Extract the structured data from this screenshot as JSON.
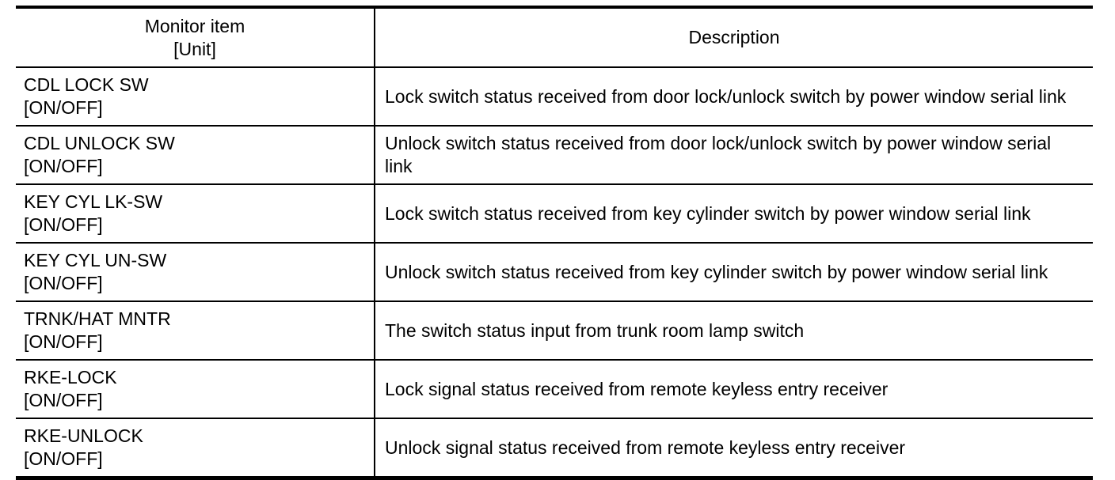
{
  "page": {
    "background": "#ffffff"
  },
  "colors": {
    "border": "#000000",
    "text": "#000000"
  },
  "table": {
    "header": {
      "monitor_item_line1": "Monitor item",
      "monitor_item_line2": "[Unit]",
      "description": "Description"
    },
    "rows": [
      {
        "item": "CDL LOCK SW",
        "unit": "[ON/OFF]",
        "description": "Lock switch status received from door lock/unlock switch by power window serial link"
      },
      {
        "item": "CDL UNLOCK SW",
        "unit": "[ON/OFF]",
        "description": "Unlock switch status received from door lock/unlock switch by power window serial link"
      },
      {
        "item": "KEY CYL LK-SW",
        "unit": "[ON/OFF]",
        "description": "Lock switch status received from key cylinder switch by power window serial link"
      },
      {
        "item": "KEY CYL UN-SW",
        "unit": "[ON/OFF]",
        "description": "Unlock switch status received from key cylinder switch by power window serial link"
      },
      {
        "item": "TRNK/HAT MNTR",
        "unit": "[ON/OFF]",
        "description": "The switch status input from trunk room lamp switch"
      },
      {
        "item": "RKE-LOCK",
        "unit": "[ON/OFF]",
        "description": "Lock signal status received from remote keyless entry receiver"
      },
      {
        "item": "RKE-UNLOCK",
        "unit": "[ON/OFF]",
        "description": "Unlock signal status received from remote keyless entry receiver"
      }
    ]
  }
}
